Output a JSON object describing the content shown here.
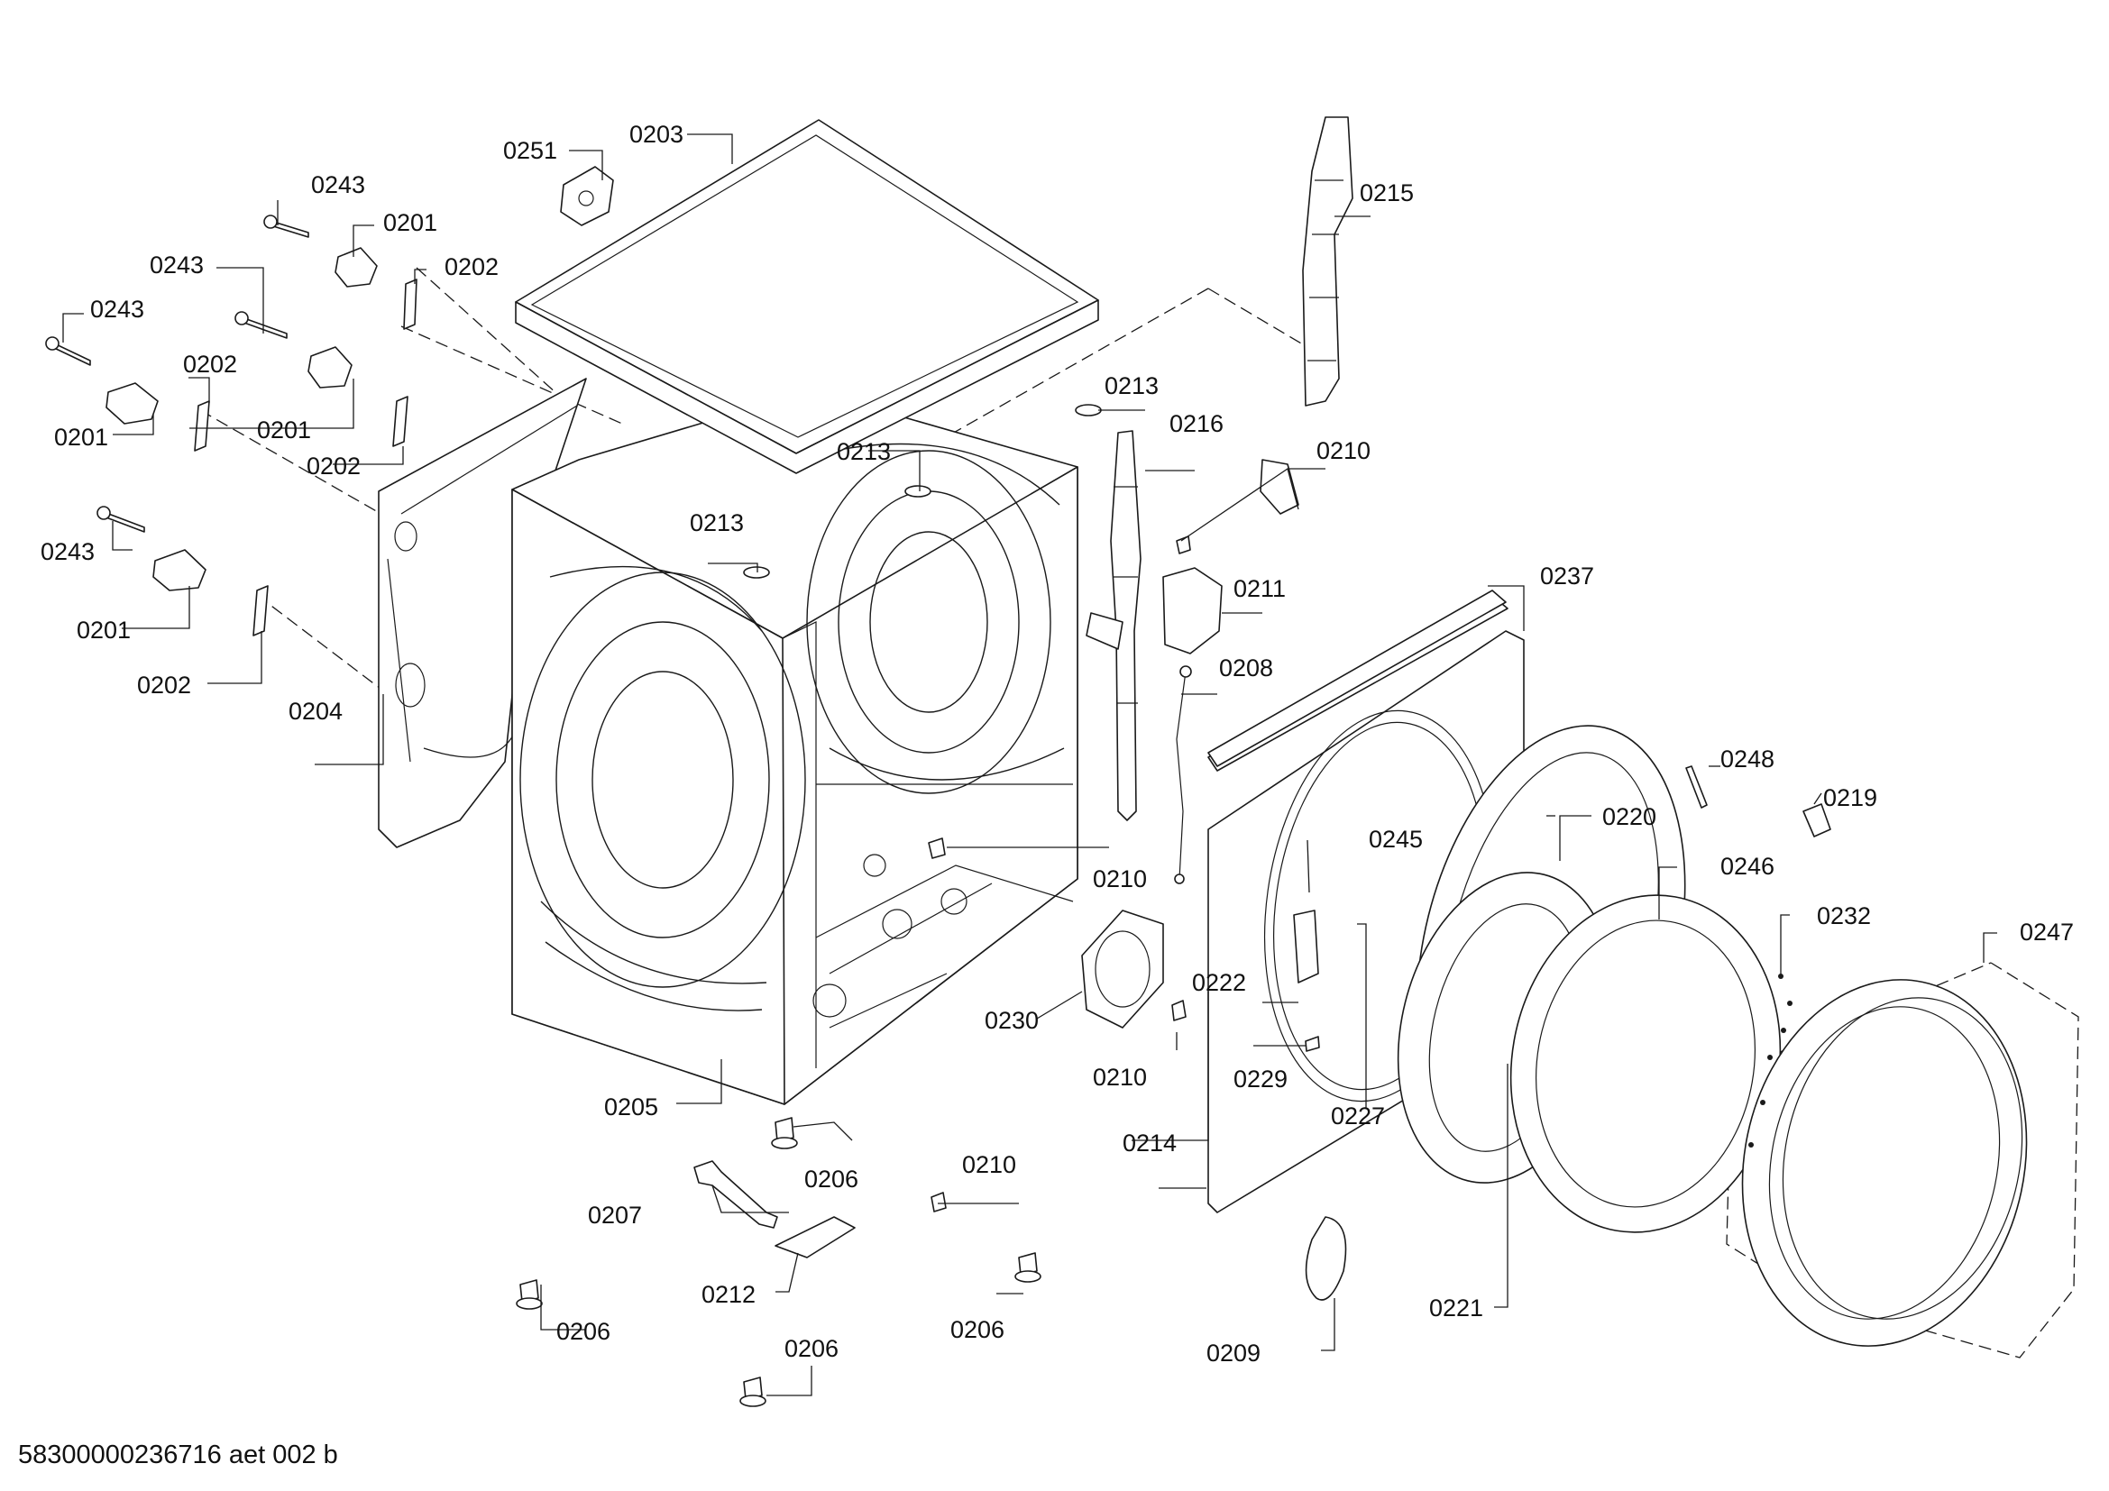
{
  "diagram": {
    "drawing_id": "58300000236716 aet 002 b",
    "labels": {
      "p0203": "0203",
      "p0251": "0251",
      "p0243": "0243",
      "p0201": "0201",
      "p0202": "0202",
      "p0204": "0204",
      "p0205": "0205",
      "p0206": "0206",
      "p0207": "0207",
      "p0208": "0208",
      "p0209": "0209",
      "p0210": "0210",
      "p0211": "0211",
      "p0212": "0212",
      "p0213": "0213",
      "p0214": "0214",
      "p0215": "0215",
      "p0216": "0216",
      "p0219": "0219",
      "p0220": "0220",
      "p0221": "0221",
      "p0222": "0222",
      "p0227": "0227",
      "p0229": "0229",
      "p0230": "0230",
      "p0232": "0232",
      "p0237": "0237",
      "p0245": "0245",
      "p0246": "0246",
      "p0247": "0247",
      "p0248": "0248"
    }
  }
}
